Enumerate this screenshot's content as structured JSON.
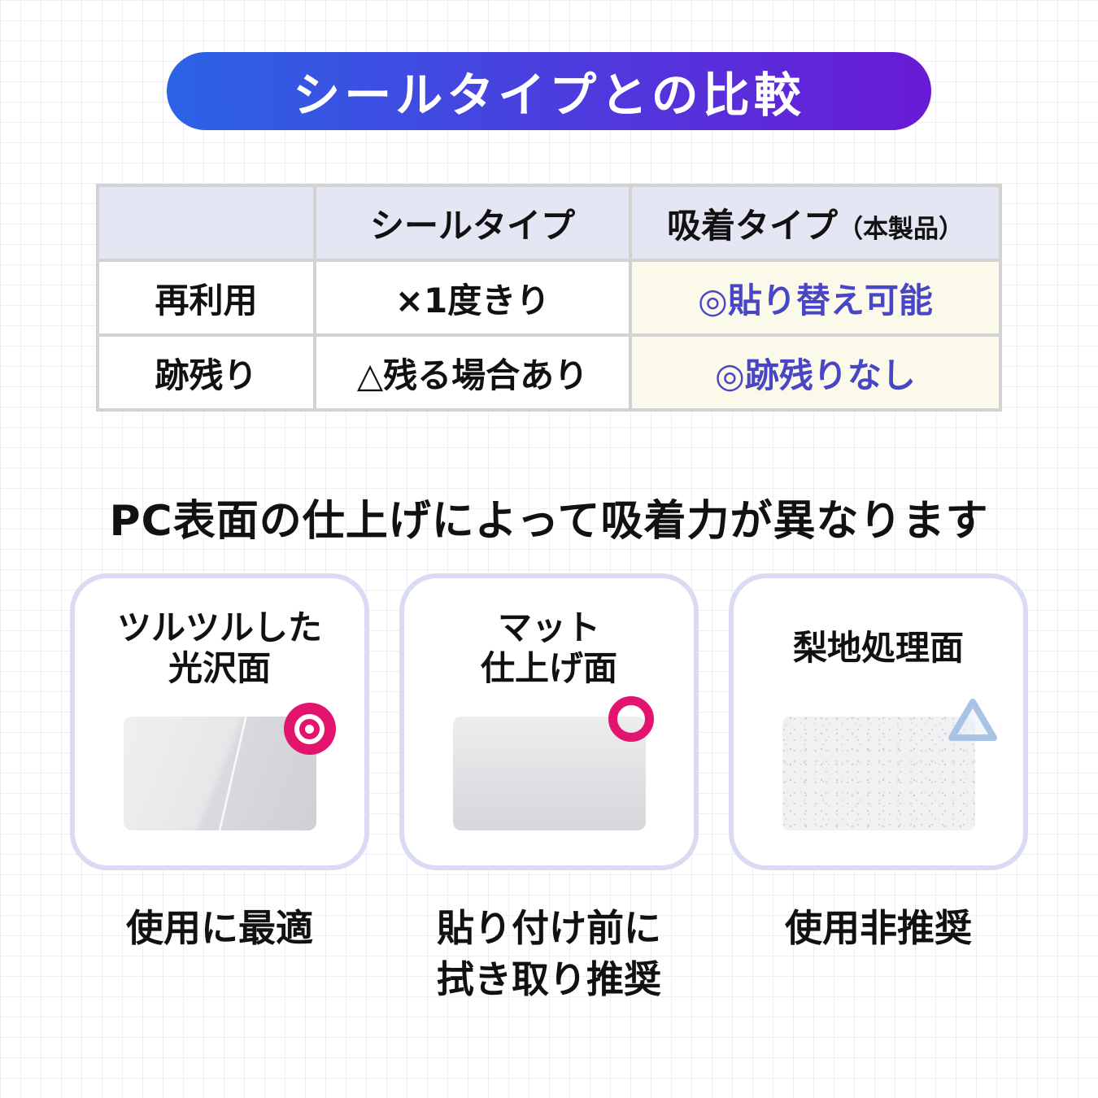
{
  "banner": {
    "title": "シールタイプとの比較"
  },
  "comparison_table": {
    "col_headers": {
      "row_label": "",
      "seal_type": "シールタイプ",
      "suction_type_main": "吸着タイプ",
      "suction_type_sub": "（本製品）"
    },
    "rows": [
      {
        "label": "再利用",
        "seal_value": "×1度きり",
        "suction_value": "◎貼り替え可能"
      },
      {
        "label": "跡残り",
        "seal_value": "△残る場合あり",
        "suction_value": "◎跡残りなし"
      }
    ]
  },
  "section_heading": "PC表面の仕上げによって吸着力が異なります",
  "surface_cards": [
    {
      "title_line1": "ツルツルした",
      "title_line2": "光沢面",
      "rating": "double-circle-best",
      "caption_line1": "使用に最適",
      "caption_line2": ""
    },
    {
      "title_line1": "マット",
      "title_line2": "仕上げ面",
      "rating": "circle-good",
      "caption_line1": "貼り付け前に",
      "caption_line2": "拭き取り推奨"
    },
    {
      "title_line1": "梨地処理面",
      "title_line2": "",
      "rating": "triangle-caution",
      "caption_line1": "使用非推奨",
      "caption_line2": ""
    }
  ],
  "colors": {
    "banner_gradient_from": "#2b63e6",
    "banner_gradient_to": "#6a1ad6",
    "accent_pink": "#e3146e",
    "caution_blue": "#a9c3e4",
    "table_header_bg": "#e5e6f3",
    "table_highlight_bg": "#fbfaea",
    "table_highlight_text": "#4946c5",
    "card_border": "#d9dbf2"
  }
}
